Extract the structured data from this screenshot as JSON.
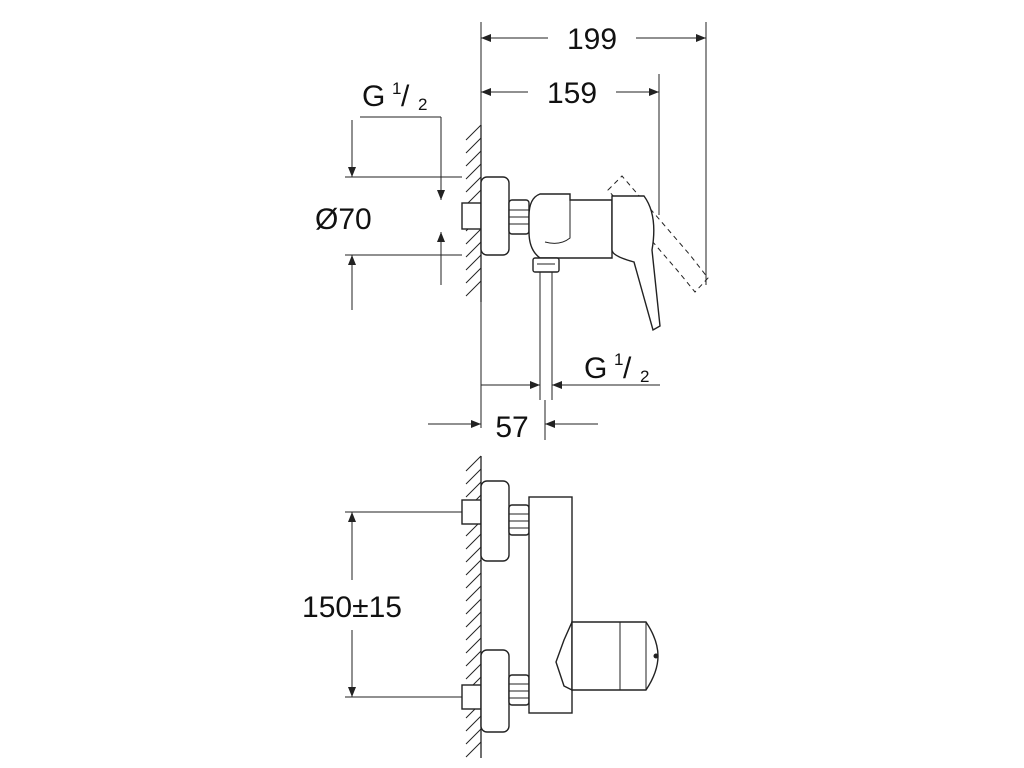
{
  "top_view": {
    "dim_overall_length": "199",
    "dim_handle_length": "159",
    "dim_outlet_offset": "57",
    "thread_inlet": {
      "g": "G",
      "num": "1",
      "den": "2"
    },
    "thread_outlet": {
      "g": "G",
      "num": "1",
      "den": "2"
    },
    "dim_escutcheon_diameter": "Ø70"
  },
  "front_view": {
    "dim_inlet_spacing": "150±15"
  },
  "colors": {
    "line": "#222222",
    "background": "#ffffff"
  }
}
